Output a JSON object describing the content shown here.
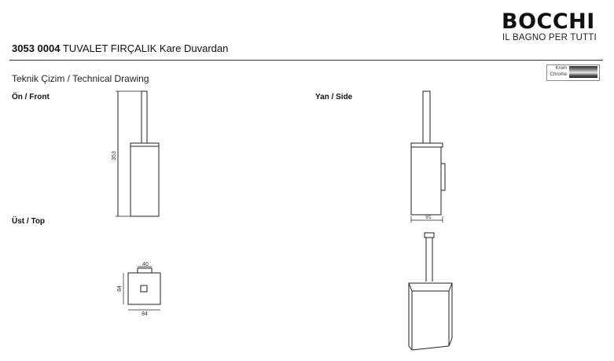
{
  "header": {
    "brand": "BOCCHI",
    "tagline": "IL BAGNO PER TUTTI",
    "product_code": "3053 0004",
    "product_name": "TUVALET FIRÇALIK Kare Duvardan"
  },
  "section_title": "Teknik Çizim / Technical Drawing",
  "finish": {
    "label_tr": "Krom",
    "label_en": "Chrome",
    "color": "#c0c0c0"
  },
  "views": {
    "front": "Ön / Front",
    "side": "Yan / Side",
    "top": "Üst / Top"
  },
  "dimensions": {
    "front_height": "353",
    "side_depth": "91",
    "top_holder": "40",
    "top_height": "84",
    "top_width": "84"
  }
}
